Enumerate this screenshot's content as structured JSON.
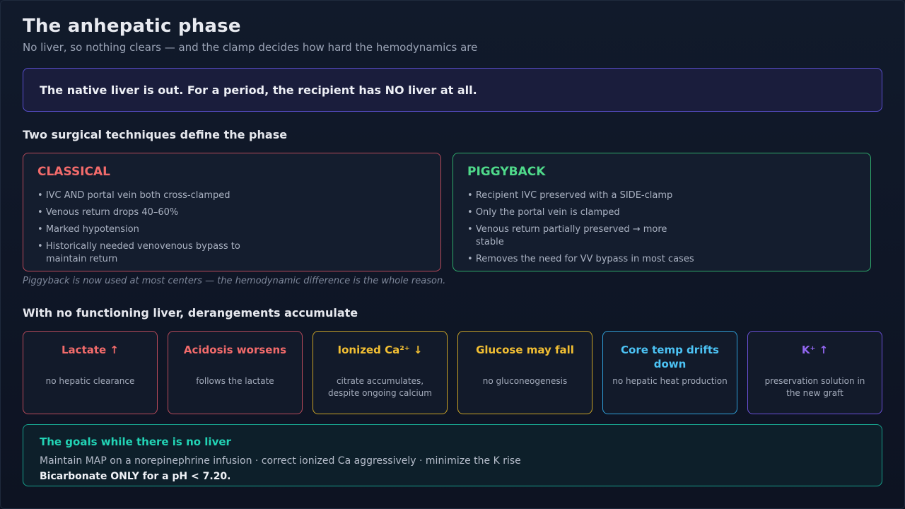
{
  "header": {
    "title": "The anhepatic phase",
    "subtitle": "No liver, so nothing clears — and the clamp decides how hard the hemodynamics are"
  },
  "banner": {
    "text": "The native liver is out. For a period, the recipient has NO liver at all."
  },
  "techniques": {
    "heading": "Two surgical techniques define the phase",
    "classical": {
      "title": "CLASSICAL",
      "color": "#f26b6b",
      "items": [
        "IVC AND portal vein both cross-clamped",
        "Venous return drops 40–60%",
        "Marked hypotension",
        "Historically needed venovenous bypass to maintain return"
      ]
    },
    "piggyback": {
      "title": "PIGGYBACK",
      "color": "#4fd98a",
      "items": [
        "Recipient IVC preserved with a SIDE-clamp",
        "Only the portal vein is clamped",
        "Venous return partially preserved → more stable",
        "Removes the need for VV bypass in most cases"
      ]
    },
    "footnote": "Piggyback is now used at most centers — the hemodynamic difference is the whole reason."
  },
  "derangements": {
    "heading": "With no functioning liver, derangements accumulate",
    "cards": [
      {
        "title": "Lactate ↑",
        "desc": "no hepatic clearance",
        "color": "#f26b6b"
      },
      {
        "title": "Acidosis worsens",
        "desc": "follows the lactate",
        "color": "#f26b6b"
      },
      {
        "title": "Ionized Ca²⁺ ↓",
        "desc": "citrate accumulates, despite ongoing calcium",
        "color": "#f2bf33"
      },
      {
        "title": "Glucose may fall",
        "desc": "no gluconeogenesis",
        "color": "#f2bf33"
      },
      {
        "title": "Core temp drifts down",
        "desc": "no hepatic heat production",
        "color": "#4cc3f5"
      },
      {
        "title": "K⁺ ↑",
        "desc": "preservation solution in the new graft",
        "color": "#9266f0"
      }
    ]
  },
  "goals": {
    "title": "The goals while there is no liver",
    "line1": "Maintain MAP on a norepinephrine infusion · correct ionized Ca aggressively · minimize the K rise",
    "line2": "Bicarbonate ONLY for a pH < 7.20."
  }
}
